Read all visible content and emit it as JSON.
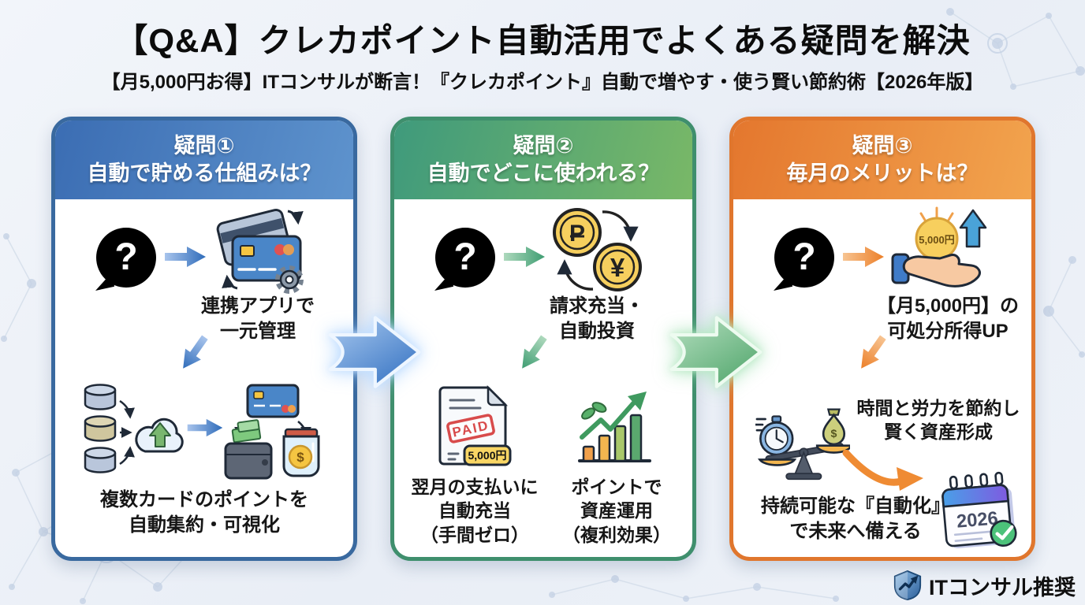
{
  "page": {
    "title": "【Q&A】クレカポイント自動活用でよくある疑問を解決",
    "subtitle": "【月5,000円お得】ITコンサルが断言！『クレカポイント』自動で増やす・使う賢い節約術【2026年版】"
  },
  "colors": {
    "card1_accent": "#39699f",
    "card1_grad": [
      "#3b6db3",
      "#5e93cd"
    ],
    "card2_accent": "#3f8f6d",
    "card2_grad": [
      "#3f9a7c",
      "#79b867"
    ],
    "card3_accent": "#e0762d",
    "card3_grad": [
      "#e4772e",
      "#f2a44e"
    ],
    "flow_arrow_blue": "#3a76c4",
    "flow_arrow_green": "#55a86f"
  },
  "cards": [
    {
      "header1": "疑問①",
      "header2": "自動で貯める仕組みは？",
      "q": "?",
      "cap1": [
        "連携アプリで",
        "一元管理"
      ],
      "cap2": [
        "複数カードのポイントを",
        "自動集約・可視化"
      ]
    },
    {
      "header1": "疑問②",
      "header2": "自動でどこに使われる？",
      "q": "?",
      "cap1": [
        "請求充当・",
        "自動投資"
      ],
      "col1": [
        "翌月の支払いに",
        "自動充当",
        "（手間ゼロ）"
      ],
      "col2": [
        "ポイントで",
        "資産運用",
        "（複利効果）"
      ]
    },
    {
      "header1": "疑問③",
      "header2": "毎月のメリットは？",
      "q": "?",
      "cap1": [
        "【月5,000円】の",
        "可処分所得UP"
      ],
      "cap2": [
        "時間と労力を節約し",
        "賢く資産形成"
      ],
      "cap3": [
        "持続可能な『自動化』",
        "で未来へ備える"
      ]
    }
  ],
  "icons": {
    "coin_p": "P",
    "coin_yen": "¥",
    "jar_dollar": "$",
    "bag_dollar": "$",
    "paid_stamp": "PAID",
    "invoice_amount": "5,000円",
    "coin_amount": "5,000円",
    "calendar_year": "2026"
  },
  "footer": {
    "logo_text": "ITコンサル推奨"
  }
}
